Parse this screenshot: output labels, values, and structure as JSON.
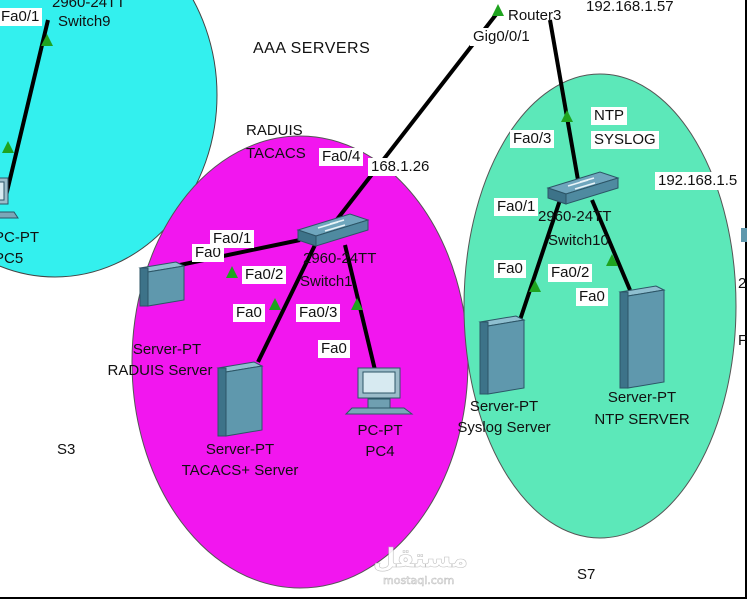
{
  "areas": {
    "aaa_title": "AAA SERVERS",
    "s3": "S3",
    "s7": "S7",
    "radius_note": "RADUIS",
    "tacacs_note": "TACACS",
    "ntp_note": "NTP",
    "syslog_note": "SYSLOG"
  },
  "devices": {
    "switch9": {
      "model": "2960-24TT",
      "name": "Switch9"
    },
    "switch1": {
      "model": "2960-24TT",
      "name": "Switch1"
    },
    "switch10": {
      "model": "2960-24TT",
      "name": "Switch10"
    },
    "router3": {
      "name": "Router3"
    },
    "pc_left": {
      "type": "PC-PT",
      "name": "PC5"
    },
    "radius_server": {
      "type": "Server-PT",
      "name": "RADUIS Server"
    },
    "tacacs_server": {
      "type": "Server-PT",
      "name": "TACACS+ Server"
    },
    "pc4": {
      "type": "PC-PT",
      "name": "PC4"
    },
    "syslog_server": {
      "type": "Server-PT",
      "name": "Syslog Server"
    },
    "ntp_server": {
      "type": "Server-PT",
      "name": "NTP SERVER"
    }
  },
  "ports": {
    "sw9_fa01": "Fa0/1",
    "router_gig": "Gig0/0/1",
    "sw1_fa04": "Fa0/4",
    "sw1_fa01": "Fa0/1",
    "radius_fa0": "Fa0",
    "sw1_fa02": "Fa0/2",
    "tacacs_fa0": "Fa0",
    "sw1_fa03": "Fa0/3",
    "pc4_fa0": "Fa0",
    "sw10_fa03": "Fa0/3",
    "sw10_fa01": "Fa0/1",
    "syslog_fa0": "Fa0",
    "sw10_fa02": "Fa0/2",
    "ntp_fa0": "Fa0"
  },
  "ips": {
    "router": "192.168.1.57",
    "aaa_net": "168.1.26",
    "right_net": "192.168.1.5"
  },
  "right_edge": {
    "line1": "2",
    "line2": "F"
  },
  "watermark": {
    "arabic": "مستقل",
    "latin": "mostaql.com"
  },
  "colors": {
    "cyan_zone": "#33f0ee",
    "magenta_zone": "#f216ef",
    "green_zone": "#5ce8b9",
    "link": "#000000",
    "link_up": "#1fa31f"
  }
}
